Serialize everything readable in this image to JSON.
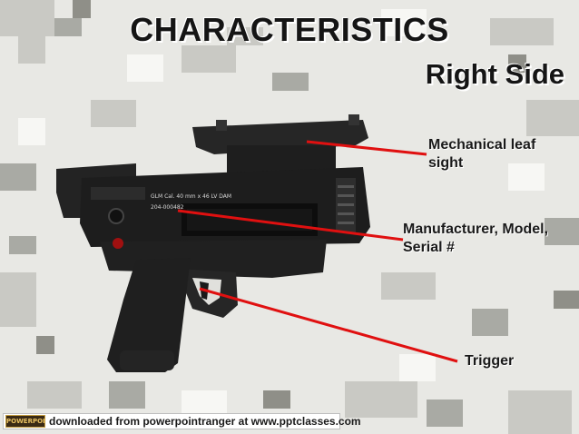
{
  "slide": {
    "title": "CHARACTERISTICS",
    "subtitle": "Right Side"
  },
  "callouts": {
    "sight": "Mechanical leaf sight",
    "manufacturer": "Manufacturer, Model, Serial #",
    "trigger": "Trigger",
    "arrow_color": "#e01010"
  },
  "weapon_markings": {
    "line1": "GLM Cal. 40 mm x 46 LV DAM",
    "line2": "204-000482"
  },
  "footer": {
    "logo_text": "POWERPOINT RANGER",
    "text": "downloaded from powerpointranger at www.pptclasses.com"
  }
}
